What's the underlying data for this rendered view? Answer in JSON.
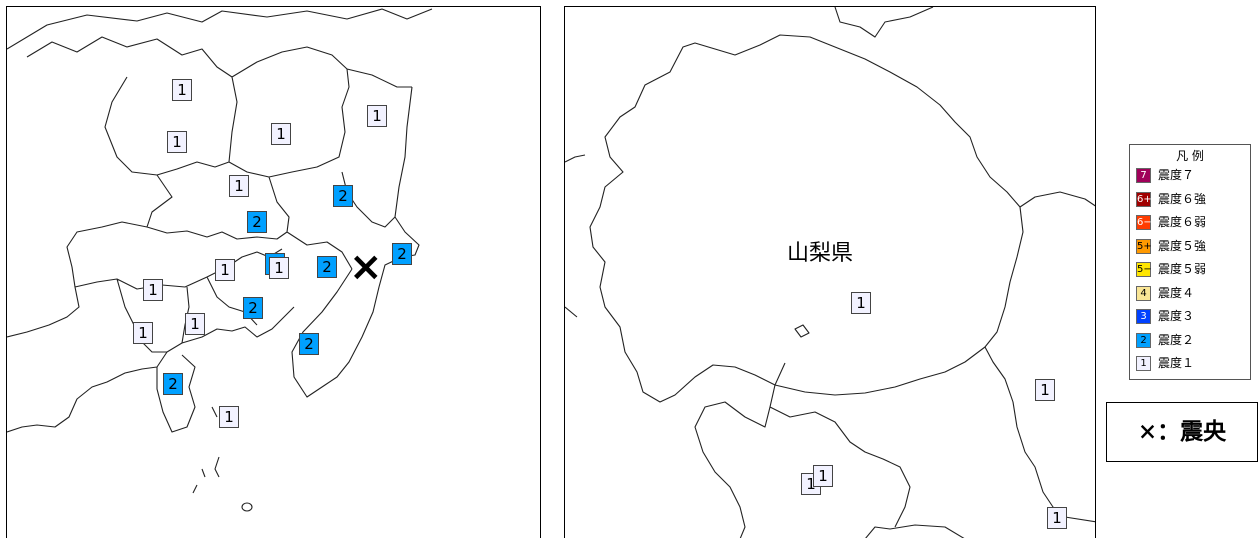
{
  "left_map": {
    "stations": [
      {
        "intensity": "1"
      },
      {
        "intensity": "1"
      },
      {
        "intensity": "1"
      },
      {
        "intensity": "1"
      },
      {
        "intensity": "1"
      },
      {
        "intensity": "2"
      },
      {
        "intensity": "2"
      },
      {
        "intensity": "2"
      },
      {
        "intensity": "1"
      },
      {
        "intensity": "2"
      },
      {
        "intensity": "2"
      },
      {
        "intensity": "2"
      },
      {
        "intensity": "1"
      },
      {
        "intensity": "1"
      },
      {
        "intensity": "1"
      },
      {
        "intensity": "2"
      },
      {
        "intensity": "2"
      },
      {
        "intensity": "1"
      },
      {
        "intensity": "1"
      }
    ],
    "epicenter_mark": "×"
  },
  "right_map": {
    "prefecture_label": "山梨県",
    "stations": [
      {
        "intensity": "1"
      },
      {
        "intensity": "1"
      },
      {
        "intensity": "1"
      },
      {
        "intensity": "1"
      },
      {
        "intensity": "1"
      }
    ]
  },
  "legend": {
    "title": "凡 例",
    "items": [
      {
        "symbol": "7",
        "label": "震度７",
        "color": "#a0005a",
        "text_color": "#ffffff"
      },
      {
        "symbol": "6+",
        "label": "震度６強",
        "color": "#a00000",
        "text_color": "#ffffff"
      },
      {
        "symbol": "6−",
        "label": "震度６弱",
        "color": "#ff3c00",
        "text_color": "#ffffff"
      },
      {
        "symbol": "5+",
        "label": "震度５強",
        "color": "#ff9900",
        "text_color": "#000000"
      },
      {
        "symbol": "5−",
        "label": "震度５弱",
        "color": "#ffe600",
        "text_color": "#000000"
      },
      {
        "symbol": "4",
        "label": "震度４",
        "color": "#fae696",
        "text_color": "#000000"
      },
      {
        "symbol": "3",
        "label": "震度３",
        "color": "#0041ff",
        "text_color": "#ffffff"
      },
      {
        "symbol": "2",
        "label": "震度２",
        "color": "#00a0ff",
        "text_color": "#000000"
      },
      {
        "symbol": "1",
        "label": "震度１",
        "color": "#f2f2ff",
        "text_color": "#000000"
      }
    ]
  },
  "epicenter_key": "×：震央",
  "colors": {
    "intensity_1": "#f2f2ff",
    "intensity_2": "#00a0ff"
  }
}
